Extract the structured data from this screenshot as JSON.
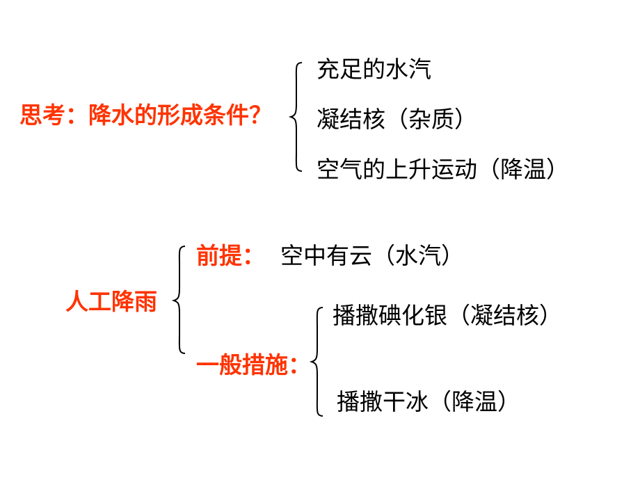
{
  "section1": {
    "question": "思考：降水的形成条件？",
    "conditions": [
      "充足的水汽",
      "凝结核（杂质）",
      "空气的上升运动（降温）"
    ]
  },
  "section2": {
    "topic": "人工降雨",
    "premise_label": "前提：",
    "premise_value": "空中有云（水汽）",
    "measures_label": "一般措施：",
    "measures": [
      "播撒碘化银（凝结核）",
      "播撒干冰（降温）"
    ]
  },
  "colors": {
    "accent": "#ff3300",
    "text": "#000000"
  }
}
